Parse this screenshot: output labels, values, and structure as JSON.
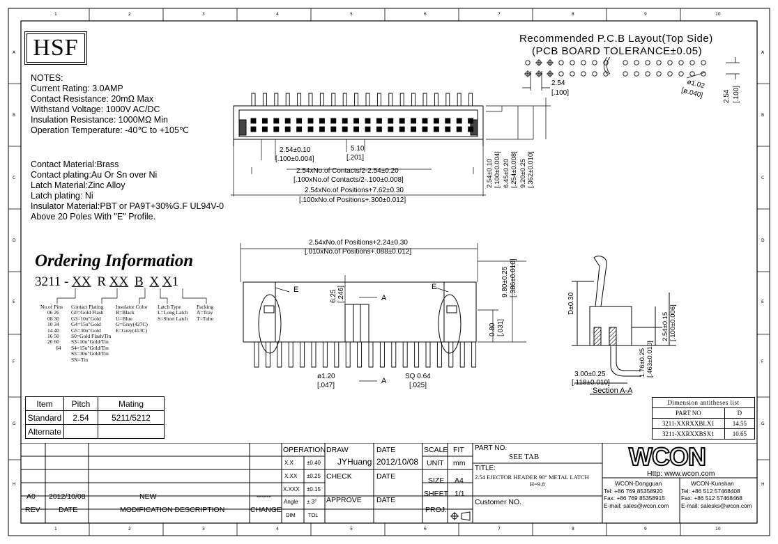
{
  "logo": "HSF",
  "notes": {
    "heading": "NOTES:",
    "lines": [
      "Current Rating: 3.0AMP",
      "Contact Resistance: 20mΩ Max",
      "Withstand Voltage: 1000V AC/DC",
      "Insulation Resistance: 1000MΩ Min",
      "Operation Temperature: -40℃ to +105℃"
    ],
    "materials": [
      "Contact Material:Brass",
      "Contact plating:Au Or Sn over Ni",
      "Latch Material:Zinc Alloy",
      "Latch plating: Ni",
      "Insulator Material:PBT or PA9T+30%G.F UL94V-0",
      "Above 20 Poles With \"E\" Profile."
    ]
  },
  "ordering": {
    "title": "Ordering Information",
    "code": {
      "p1": "3211 -",
      "p2": "XX",
      "p3": "R",
      "p4": "XX",
      "p5": "B",
      "p6": "X",
      "p7": "X",
      "p8": "1"
    },
    "columns": {
      "pins": {
        "header": "No.of Pins",
        "rows": [
          "06  26",
          "08  30",
          "10  34",
          "14  40",
          "16  50",
          "20  60",
          "64"
        ]
      },
      "plating": {
        "header": "Contact Plating",
        "rows": [
          "G0=Gold Flash",
          "G3=10u\"Gold",
          "G4=15u\"Gold",
          "G5=30u\"Gold",
          "S0=Gold Flash/Tin",
          "S3=10u\"Gold/Tin",
          "S4=15u\"Gold/Tin",
          "S5=30u\"Gold/Tin",
          "SN=Tin"
        ]
      },
      "color": {
        "header": "Insulator Color",
        "rows": [
          "B=Black",
          "U=Blue",
          "G=Grey(427C)",
          "E=Grey(413C)"
        ]
      },
      "latch": {
        "header": "Latch Type",
        "rows": [
          "L=Long Latch",
          "S=Short Latch"
        ]
      },
      "packing": {
        "header": "Packing",
        "rows": [
          "A=Tray",
          "T=Tube"
        ]
      }
    }
  },
  "pcb": {
    "title1": "Recommended P.C.B Layout(Top Side)",
    "title2": "(PCB BOARD TOLERANCE±0.05)",
    "d1": "2.54",
    "d1b": "[.100]",
    "d2": "ø1.02",
    "d2b": "[ø.040]",
    "d3": "2.54",
    "d3b": "[.100]"
  },
  "top_view": {
    "a": "2.54±0.10",
    "ab": "[.100±0.004]",
    "b": "5.10",
    "bb": "[.201]",
    "c": "2.54xNo.of Contacts/2-2.54±0.20",
    "cb": "[.100xNo.of Contacts/2-.100±0.008]",
    "d": "2.54xNo.of Positions+7.62±0.30",
    "db": "[.100xNo.of Positions+.300±0.012]",
    "v1": "2.54±0.10",
    "v1b": "[.100±0.004]",
    "v2": "6.45±0.20",
    "v2b": "[.254±0.008]",
    "v3": "9.20±0.25",
    "v3b": "[.362±0.010]"
  },
  "front_view": {
    "w": "2.54xNo.of Positions+2.24±0.30",
    "wb": "[.010xNo.of Positions+.088±0.012]",
    "h1": "6.25",
    "h1b": "[.246]",
    "h2": "9.80±0.25",
    "h2b": "[.386±0.010]",
    "h3": "0.80",
    "h3b": "[.031]",
    "e": "E",
    "a": "A",
    "p": "ø1.20",
    "pb": "[.047]",
    "sq": "SQ 0.64",
    "sqb": "[.025]"
  },
  "section": {
    "d": "D±0.30",
    "s1": "1.76±0.25",
    "s1b": "[.463±0.010]",
    "s2": "2.54±0.15",
    "s2b": "[.100±0.006]",
    "s3": "3.00±0.25",
    "s3b": "[.118±0.010]",
    "label": "Section A-A"
  },
  "pitch_table": {
    "h": [
      "Item",
      "Pitch",
      "Mating"
    ],
    "r1": [
      "Standard",
      "2.54",
      "5211/5212"
    ],
    "r2": [
      "Alternate",
      "",
      ""
    ]
  },
  "dim_table": {
    "title": "Dimension antitheses list",
    "h": [
      "PART NO",
      "D"
    ],
    "rows": [
      [
        "3211-XXRXXBLX1",
        "14.55"
      ],
      [
        "3211-XXRXXBSX1",
        "10.65"
      ]
    ]
  },
  "title_block": {
    "rev_row": [
      "A0",
      "2012/10/08",
      "NEW",
      "------"
    ],
    "rev_head": [
      "REV",
      "DATE",
      "MODIFICATION DESCRIPTION",
      "CHANGE"
    ],
    "operation": "OPERATION",
    "tol": [
      [
        "X.X",
        "±0.40"
      ],
      [
        "X.XX",
        "±0.25"
      ],
      [
        "X.XXX",
        "±0.15"
      ],
      [
        "Angle",
        "± 3°"
      ],
      [
        "DIM",
        "TOL"
      ]
    ],
    "draw": "DRAW",
    "drawer": "JYHuang",
    "check": "CHECK",
    "approve": "APPROVE",
    "date": "DATE",
    "date_val": "2012/10/08",
    "scale": "SCALE",
    "scale_val": "FIT",
    "unit": "UNIT",
    "unit_val": "mm",
    "size": "SIZE",
    "size_val": "A4",
    "sheet": "SHEET",
    "sheet_val": "1/1",
    "proj": "PROJ.",
    "part_no": "PART NO.",
    "part_val": "SEE TAB",
    "title": "TITLE:",
    "title_val": "2.54 EJECTOR HEADER 90° METAL LATCH",
    "title_val2": "H=9.8",
    "customer": "Customer NO.",
    "brand": "WCON",
    "http": "Http: www.wcon.com",
    "dg": [
      "WCON-Dongguan",
      "Tel: +86 769 85358920",
      "Fax: +86 769 85358915",
      "E-mail: sales@wcon.com"
    ],
    "ks": [
      "WCON-Kunshan",
      "Tel: +86 512 57468408",
      "Fax: +86 512 57468468",
      "E-mail: salesks@wcon.com"
    ]
  },
  "ruler": {
    "cols": [
      "1",
      "2",
      "3",
      "4",
      "5",
      "6",
      "7",
      "8",
      "9",
      "10"
    ],
    "rows": [
      "A",
      "B",
      "C",
      "D",
      "E",
      "F",
      "G",
      "H"
    ]
  }
}
